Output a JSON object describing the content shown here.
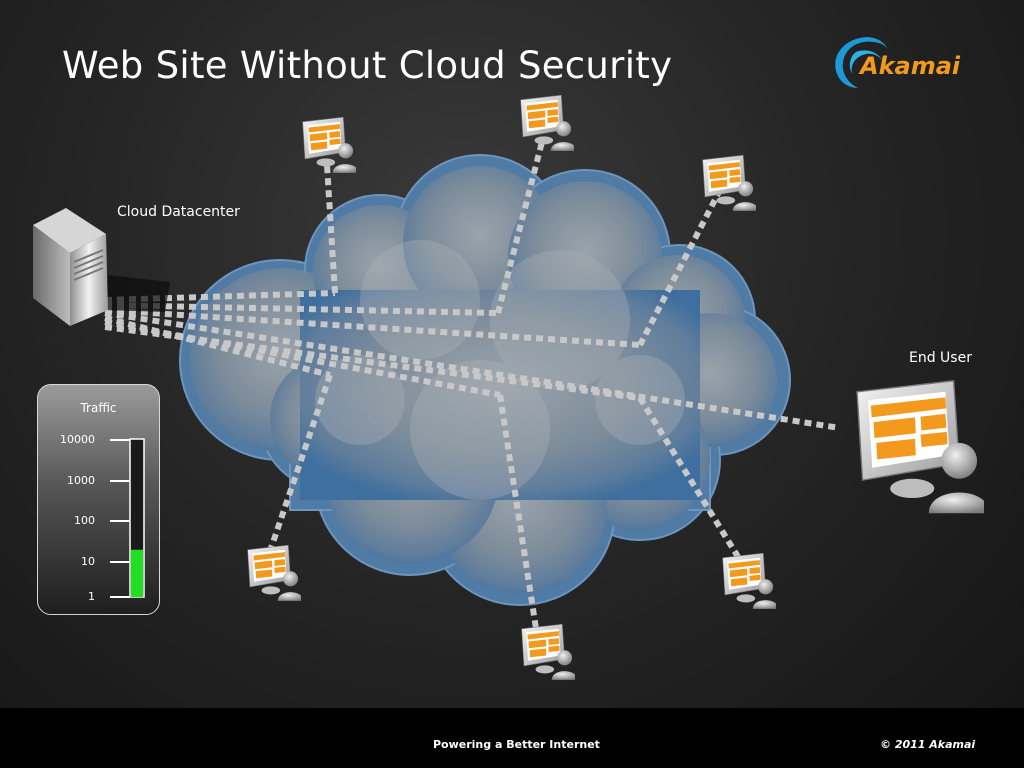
{
  "title": "Web Site Without Cloud Security",
  "logo": {
    "text": "Akamai",
    "color": "#f39a1e",
    "swoosh_color": "#1b9ad6"
  },
  "labels": {
    "datacenter": "Cloud Datacenter",
    "end_user": "End User"
  },
  "traffic_gauge": {
    "title": "Traffic",
    "scale": "log",
    "ticks": [
      "10000",
      "1000",
      "100",
      "10",
      "1"
    ],
    "level": 20,
    "fill_color": "#22dd22"
  },
  "footer": {
    "tagline": "Powering a Better Internet",
    "copyright": "© 2011 Akamai"
  },
  "colors": {
    "cloud_edge": "#4f7ba5",
    "cloud_inner": "#8d9aa6",
    "link_dash": "#c8c8c8",
    "screen_accent": "#f39a1e"
  },
  "icons": {
    "datacenter": "server-icon",
    "end_user": "user-workstation-icon",
    "remote_users": "user-workstation-icon"
  }
}
